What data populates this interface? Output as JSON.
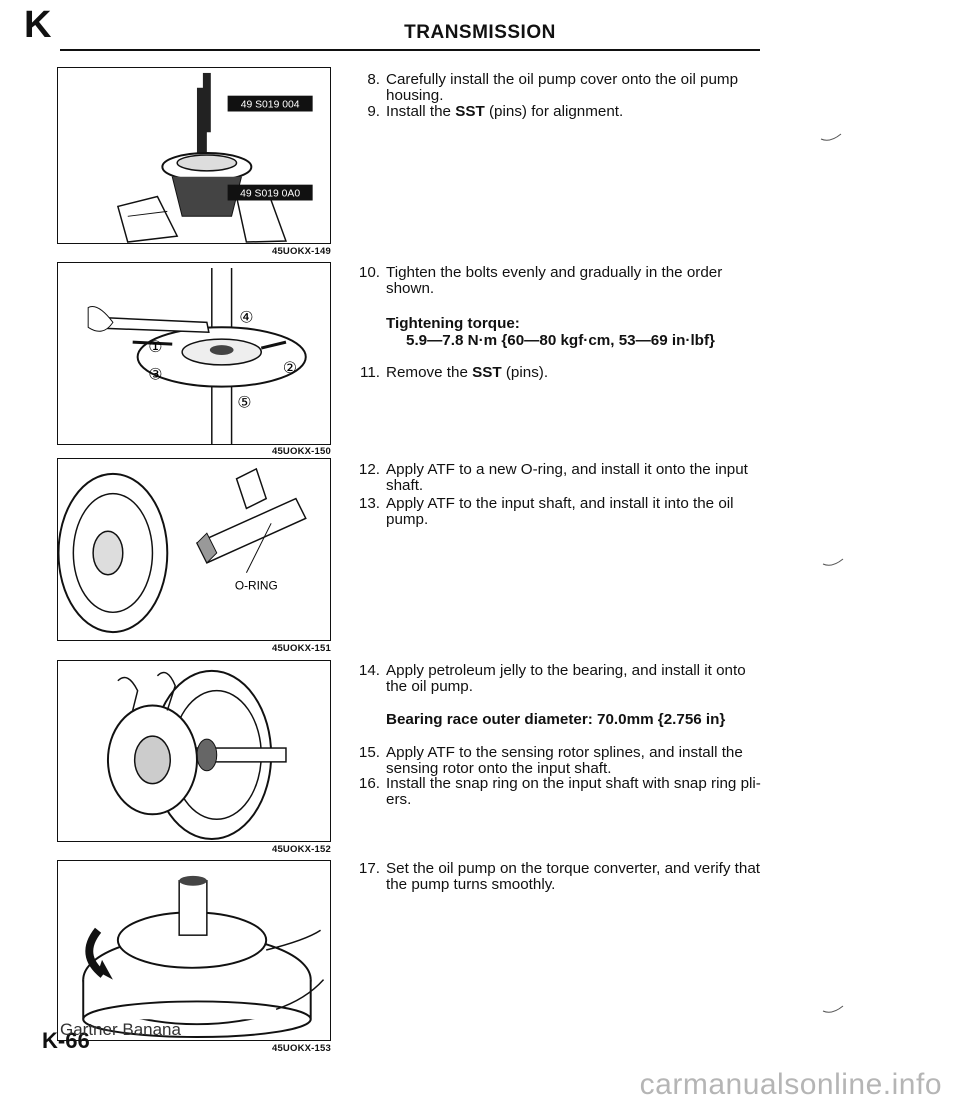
{
  "header": {
    "section_letter": "K",
    "title": "TRANSMISSION"
  },
  "figures": [
    {
      "code": "45UOKX-149",
      "labels": [
        "49 S019 004",
        "49 S019 0A0"
      ]
    },
    {
      "code": "45UOKX-150",
      "callouts": [
        "①",
        "②",
        "③",
        "④",
        "⑤"
      ]
    },
    {
      "code": "45UOKX-151",
      "label": "O-RING"
    },
    {
      "code": "45UOKX-152"
    },
    {
      "code": "45UOKX-153"
    }
  ],
  "steps": {
    "s8": {
      "num": "8.",
      "text": "Carefully install the oil pump cover onto the oil pump housing."
    },
    "s9": {
      "num": "9.",
      "text_pre": "Install the ",
      "text_bold": "SST",
      "text_post": " (pins) for alignment."
    },
    "s10": {
      "num": "10.",
      "text": "Tighten the bolts evenly and gradually in the order shown."
    },
    "s10_spec_label": "Tightening torque:",
    "s10_spec_value": "5.9—7.8 N·m {60—80 kgf·cm, 53—69 in·lbf}",
    "s11": {
      "num": "11.",
      "text_pre": "Remove the ",
      "text_bold": "SST",
      "text_post": " (pins)."
    },
    "s12": {
      "num": "12.",
      "text": "Apply ATF to a new O-ring, and install it onto the input shaft."
    },
    "s13": {
      "num": "13.",
      "text": "Apply ATF to the input shaft, and install it into the oil pump."
    },
    "s14": {
      "num": "14.",
      "text": "Apply petroleum jelly to the bearing, and install it onto the oil pump."
    },
    "s14_spec": "Bearing race outer diameter: 70.0mm {2.756 in}",
    "s15": {
      "num": "15.",
      "text": "Apply ATF to the sensing rotor splines, and install the sensing rotor onto the input shaft."
    },
    "s16": {
      "num": "16.",
      "text": "Install the snap ring on the input shaft with snap ring pli- ers."
    },
    "s17": {
      "num": "17.",
      "text": "Set the oil pump on the torque converter, and verify that the pump turns smoothly."
    }
  },
  "footer": {
    "page_number": "K-66",
    "owner": "Gartner Banana",
    "site": "carmanualsonline.info"
  }
}
